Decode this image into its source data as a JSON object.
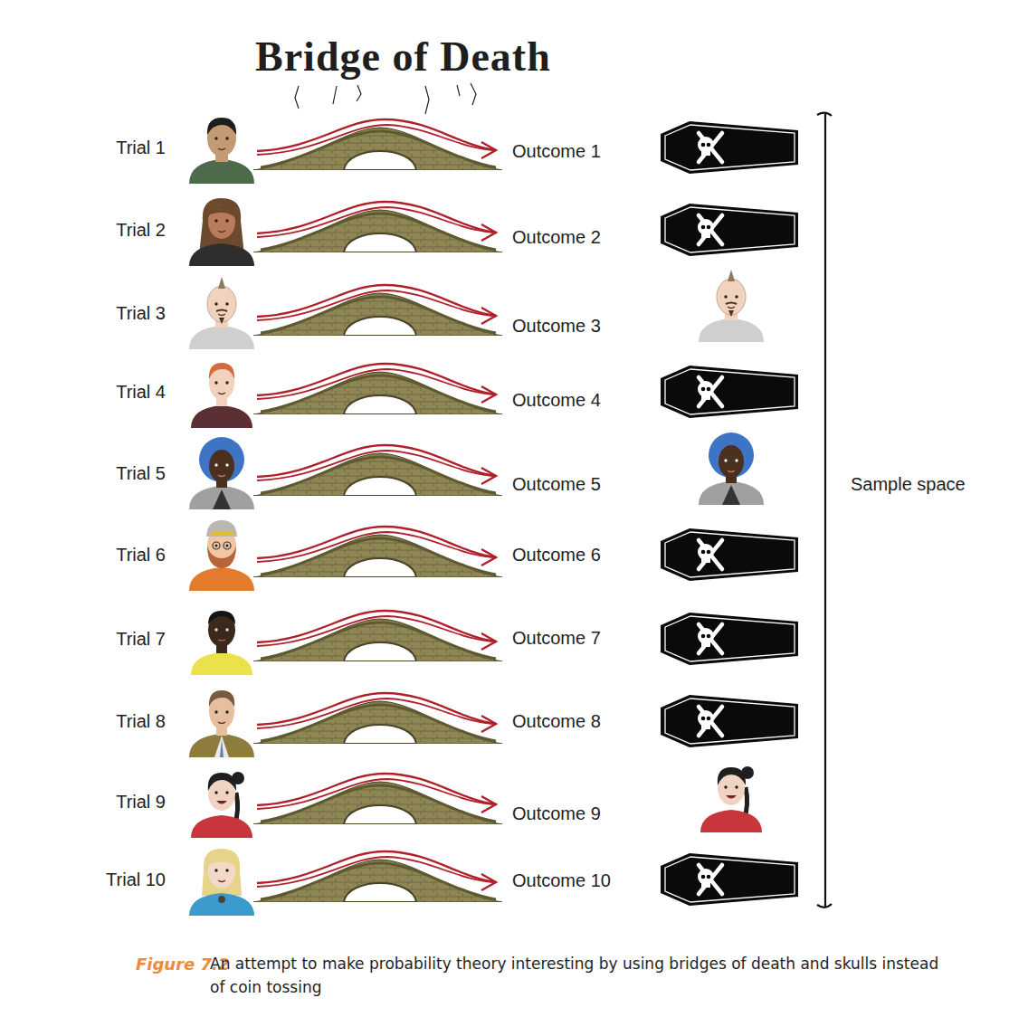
{
  "diagram": {
    "title": "Bridge of Death",
    "caption": "An attempt to make probability theory interesting by using bridges of death and skulls instead of coin tossing",
    "labels": [
      "Trial 1",
      "Outcome 1",
      "Trial 2",
      "Outcome 2",
      "Trial 3",
      "Outcome 3",
      "Trial 4",
      "Outcome 4",
      "Trial 5",
      "Outcome 5",
      "Trial 6",
      "Outcome 6",
      "Trial 7",
      "Outcome 7",
      "Trial 8",
      "Outcome 8",
      "Trial 9",
      "Outcome 9",
      "Trial 10",
      "Outcome 10",
      "Sample space",
      "Figure 7.2"
    ]
  }
}
